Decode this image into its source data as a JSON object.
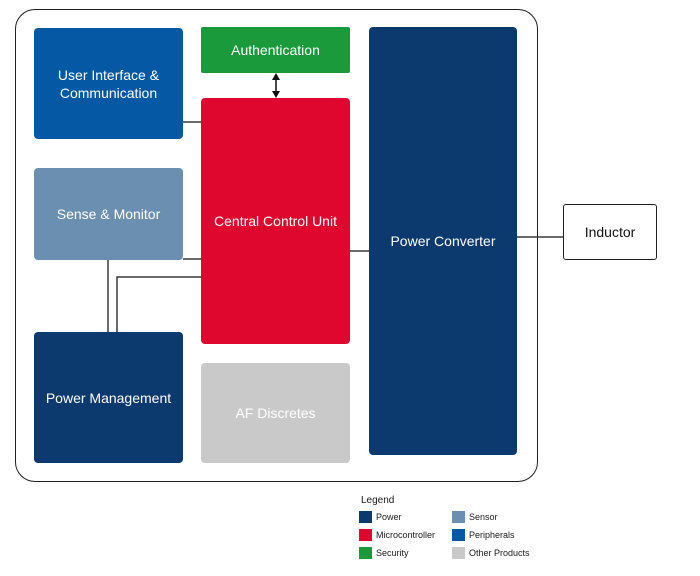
{
  "blocks": {
    "user_interface": "User Interface & Communication",
    "authentication": "Authentication",
    "central_control": "Central Control Unit",
    "power_converter": "Power Converter",
    "sense_monitor": "Sense & Monitor",
    "power_management": "Power Management",
    "af_discretes": "AF Discretes"
  },
  "external": {
    "inductor": "Inductor"
  },
  "legend": {
    "title": "Legend",
    "items": [
      {
        "label": "Power",
        "color": "#0c3a6f"
      },
      {
        "label": "Sensor",
        "color": "#6b8fb0"
      },
      {
        "label": "Microcontroller",
        "color": "#e0072f"
      },
      {
        "label": "Peripherals",
        "color": "#0458a4"
      },
      {
        "label": "Security",
        "color": "#1a9a3a"
      },
      {
        "label": "Other Products",
        "color": "#c9c9c9"
      }
    ]
  },
  "colors": {
    "power": "#0c3a6f",
    "sensor": "#6b8fb0",
    "microcontroller": "#e0072f",
    "peripherals": "#0458a4",
    "security": "#1a9a3a",
    "other_products": "#c9c9c9"
  }
}
